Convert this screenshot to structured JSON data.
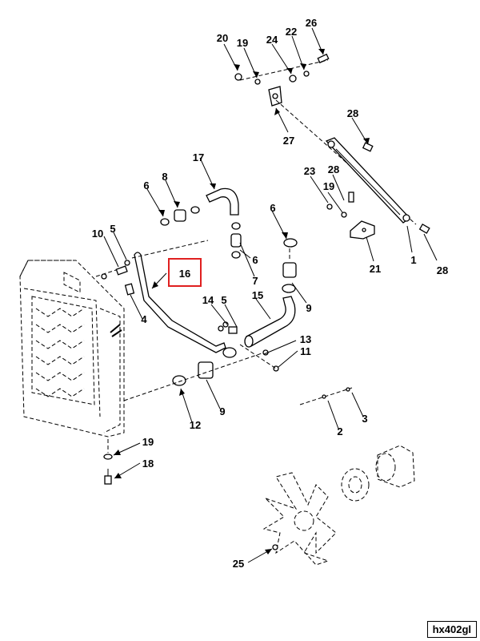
{
  "diagram": {
    "figure_id": "hx402gl",
    "highlight_color": "#e02020",
    "highlighted_callout": "16",
    "callouts": {
      "c1": "1",
      "c2": "2",
      "c3": "3",
      "c4": "4",
      "c5a": "5",
      "c5b": "5",
      "c6a": "6",
      "c6b": "6",
      "c6c": "6",
      "c7": "7",
      "c8": "8",
      "c9a": "9",
      "c9b": "9",
      "c10": "10",
      "c11": "11",
      "c12": "12",
      "c13": "13",
      "c14": "14",
      "c15": "15",
      "c16": "16",
      "c17": "17",
      "c18": "18",
      "c19a": "19",
      "c19b": "19",
      "c19c": "19",
      "c20": "20",
      "c21": "21",
      "c22": "22",
      "c23": "23",
      "c24": "24",
      "c25": "25",
      "c26": "26",
      "c27": "27",
      "c28a": "28",
      "c28b": "28",
      "c28c": "28"
    }
  }
}
